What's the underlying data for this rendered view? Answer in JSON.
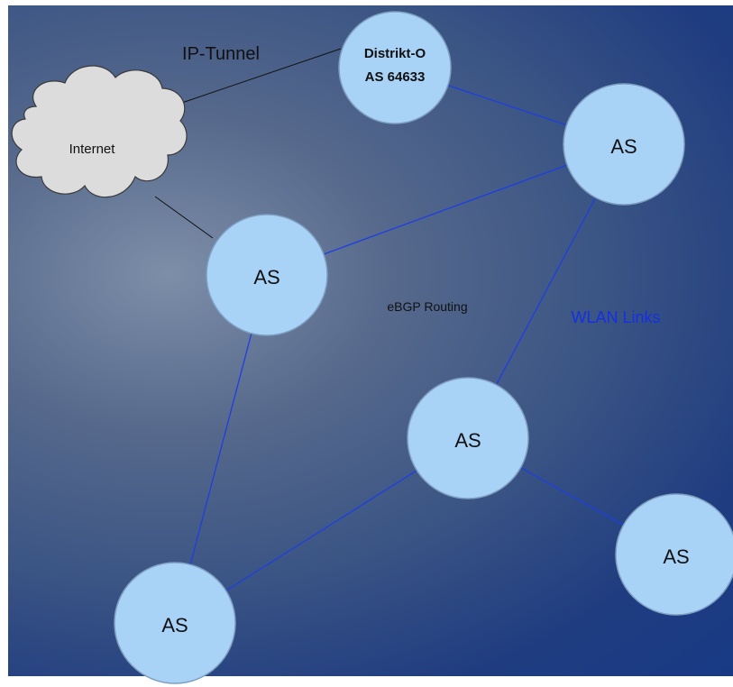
{
  "colors": {
    "node_fill": "#a9d2f7",
    "node_stroke": "#7f9fc0",
    "wlan_link": "#1e3fe0",
    "tunnel_link": "#111111",
    "cloud_fill": "#dcdcdc",
    "wlan_label": "#1530e0"
  },
  "labels": {
    "ip_tunnel": "IP-Tunnel",
    "ebgp_routing": "eBGP Routing",
    "wlan_links": "WLAN Links"
  },
  "cloud": {
    "label": "Internet",
    "icon": "cloud-icon"
  },
  "nodes": [
    {
      "id": "distrikt",
      "line1": "Distrikt-O",
      "line2": "AS 64633"
    },
    {
      "id": "as-right-top",
      "line1": "AS"
    },
    {
      "id": "as-center-left",
      "line1": "AS"
    },
    {
      "id": "as-center",
      "line1": "AS"
    },
    {
      "id": "as-bottom-left",
      "line1": "AS"
    },
    {
      "id": "as-bottom-right",
      "line1": "AS"
    }
  ],
  "links": [
    {
      "from": "cloud",
      "to": "distrikt",
      "kind": "tunnel"
    },
    {
      "from": "cloud",
      "to": "as-center-left",
      "kind": "tunnel"
    },
    {
      "from": "distrikt",
      "to": "as-right-top",
      "kind": "wlan"
    },
    {
      "from": "as-center-left",
      "to": "as-right-top",
      "kind": "wlan"
    },
    {
      "from": "as-right-top",
      "to": "as-center",
      "kind": "wlan"
    },
    {
      "from": "as-center-left",
      "to": "as-bottom-left",
      "kind": "wlan"
    },
    {
      "from": "as-center",
      "to": "as-bottom-left",
      "kind": "wlan"
    },
    {
      "from": "as-center",
      "to": "as-bottom-right",
      "kind": "wlan"
    }
  ]
}
